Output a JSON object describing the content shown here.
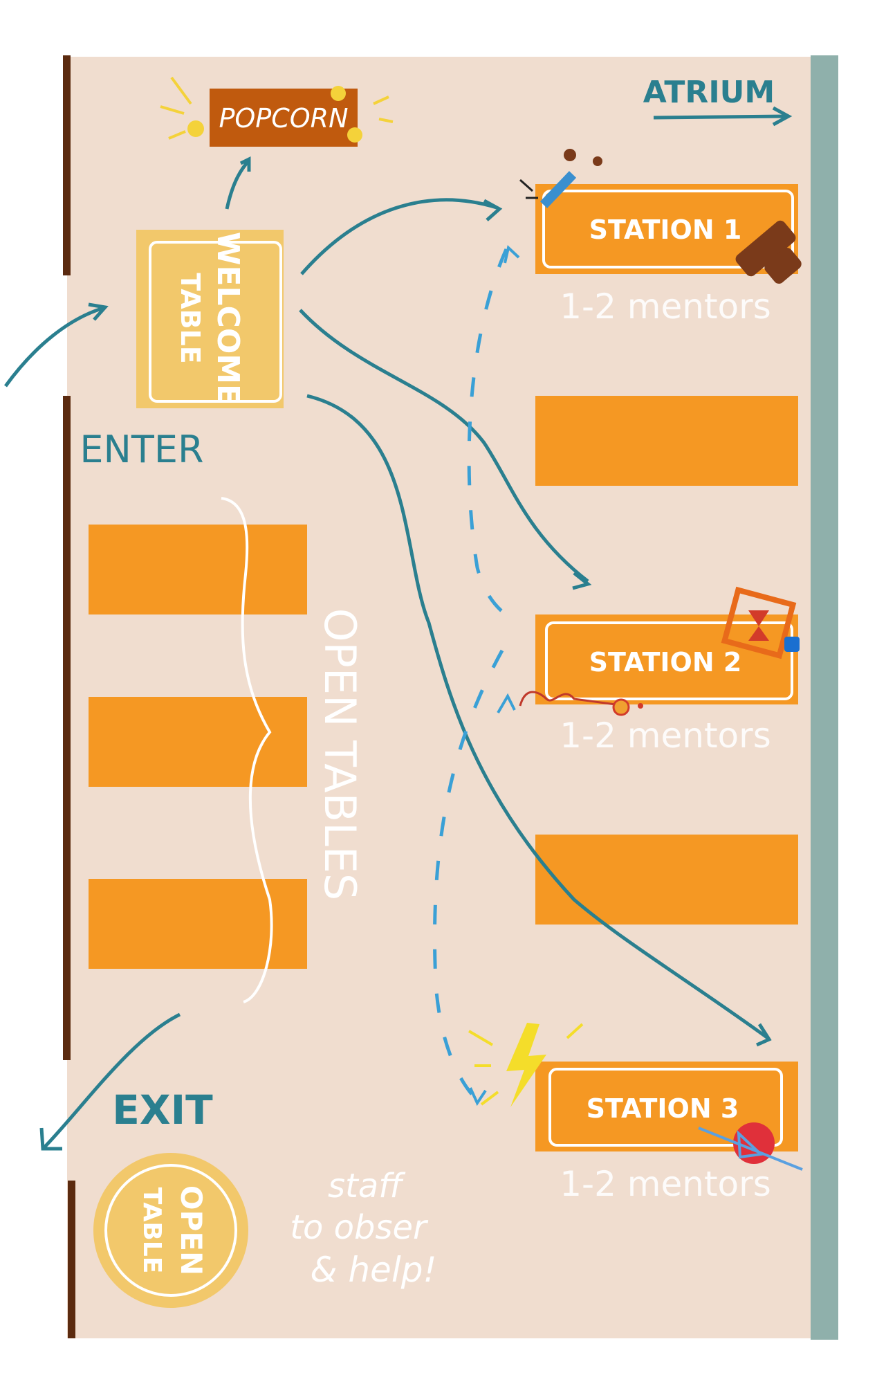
{
  "labels": {
    "atrium": "ATRIUM",
    "popcorn": "POPCORN",
    "welcome_table_line1": "WELCOME",
    "welcome_table_line2": "TABLE",
    "enter": "ENTER",
    "exit": "EXIT",
    "station1": "STATION 1",
    "station2": "STATION 2",
    "station3": "STATION 3",
    "mentors1": "1-2 mentors",
    "mentors2": "1-2 mentors",
    "mentors3": "1-2 mentors",
    "open_tables": "OPEN TABLES",
    "open_table_line1": "OPEN",
    "open_table_line2": "TABLE",
    "staff_line1": "staff",
    "staff_line2": "to obser",
    "staff_line3": "& help!"
  },
  "icons": [
    "popcorn-icon",
    "microscope-icon",
    "wood-blocks-icon",
    "hourglass-icon",
    "circuit-icon",
    "lightning-icon",
    "diode-icon"
  ],
  "colors": {
    "floor": "#f0ddcf",
    "table": "#f59823",
    "welcome": "#f2c86b",
    "popcorn_sign": "#c05a0e",
    "wall": "#5b2a0f",
    "atrium_wall": "#8fb0ab",
    "route": "#2a7f8f",
    "dashed_route": "#3aa0d6"
  }
}
